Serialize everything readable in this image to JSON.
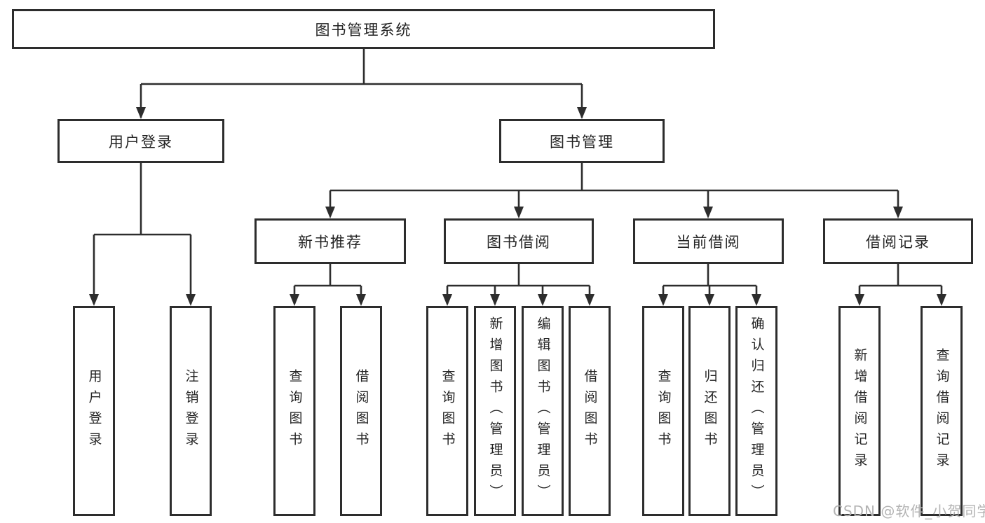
{
  "tree": {
    "root_label": "图书管理系统",
    "user_login": {
      "label": "用户登录",
      "children": [
        {
          "label": "用户登录"
        },
        {
          "label": "注销登录"
        }
      ]
    },
    "book_mgmt": {
      "label": "图书管理",
      "children": [
        {
          "label": "新书推荐",
          "children": [
            {
              "label": "查询图书"
            },
            {
              "label": "借阅图书"
            }
          ]
        },
        {
          "label": "图书借阅",
          "children": [
            {
              "label": "查询图书"
            },
            {
              "label": "新增图书（管理员）"
            },
            {
              "label": "编辑图书（管理员）"
            },
            {
              "label": "借阅图书"
            }
          ]
        },
        {
          "label": "当前借阅",
          "children": [
            {
              "label": "查询图书"
            },
            {
              "label": "归还图书"
            },
            {
              "label": "确认归还（管理员）"
            }
          ]
        },
        {
          "label": "借阅记录",
          "children": [
            {
              "label": "新增借阅记录"
            },
            {
              "label": "查询借阅记录"
            }
          ]
        }
      ]
    }
  },
  "watermark": "CSDN @软件_小贺同学",
  "colors": {
    "line": "#2d2d2d",
    "box_border": "#2d2d2d",
    "text": "#242424",
    "watermark": "#b3b3b3",
    "background": "#ffffff"
  }
}
